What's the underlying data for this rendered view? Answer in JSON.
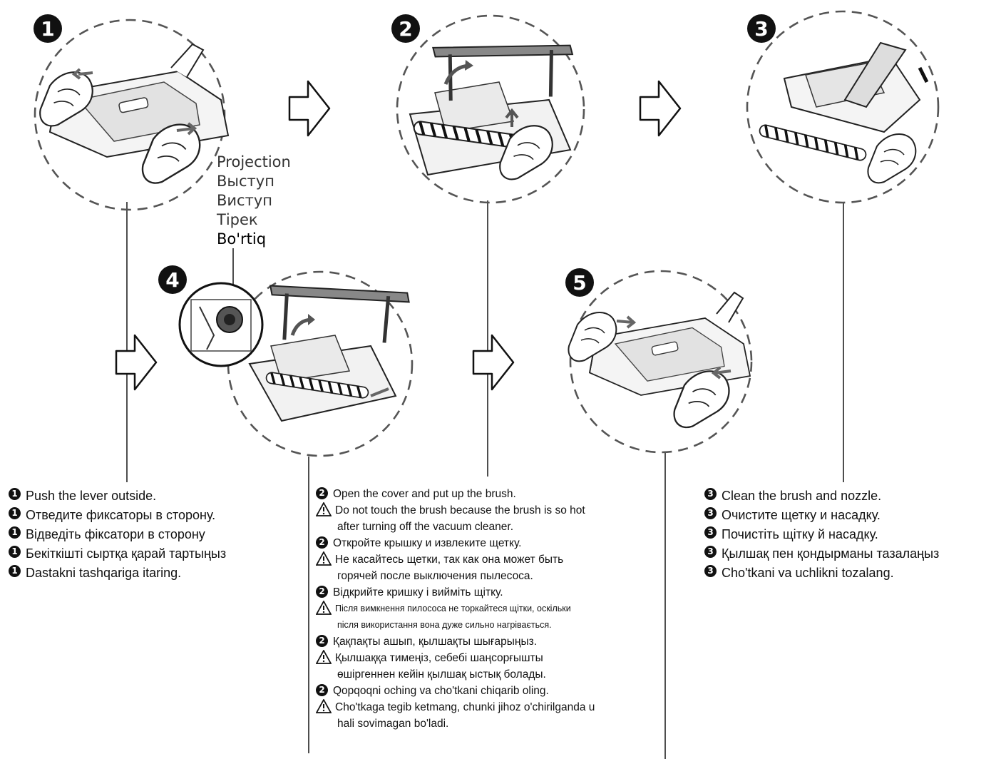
{
  "steps": [
    {
      "number": "1"
    },
    {
      "number": "2"
    },
    {
      "number": "3"
    },
    {
      "number": "4"
    },
    {
      "number": "5"
    }
  ],
  "projection_labels": [
    "Projection",
    "Выступ",
    "Виступ",
    "Тірек",
    "Bo'rtiq"
  ],
  "step1_instructions": [
    "Push the lever outside.",
    "Отведите фиксаторы в сторону.",
    "Відведіть фіксатори в сторону",
    "Бекіткішті сыртқа қарай тартыңыз",
    "Dastakni tashqariga itaring."
  ],
  "step2_instructions": {
    "en": "Open the cover and put up the brush.",
    "en_warning": [
      "Do not touch the brush because the brush is so hot",
      "after turning off the vacuum cleaner."
    ],
    "ru": "Откройте крышку и извлеките щетку.",
    "ru_warning": [
      "Не касайтесь щетки, так как она может быть",
      "горячей после выключения пылесоса."
    ],
    "uk": "Відкрийте кришку і вийміть щітку.",
    "uk_warning": [
      "Після вимкнення пилососа не торкайтеся щітки, оскільки",
      "після використання вона дуже сильно нагрівається."
    ],
    "kk": "Қақпақты ашып, қылшақты шығарыңыз.",
    "kk_warning": [
      "Қылшаққа тимеңіз, себебі шаңсорғышты",
      "өшіргеннен кейін қылшақ ыстық болады."
    ],
    "uz": "Qopqoqni oching va cho'tkani chiqarib oling.",
    "uz_warning": [
      "Cho'tkaga tegib ketmang, chunki jihoz o'chirilganda u",
      "hali sovimagan bo'ladi."
    ]
  },
  "step3_instructions": [
    "Clean the brush and nozzle.",
    "Очистите щетку и насадку.",
    "Почистіть щітку й насадку.",
    "Қылшақ пен қондырманы тазалаңыз",
    "Cho'tkani va uchlikni tozalang."
  ],
  "icons": {
    "step_badge": "number-badge-icon",
    "arrow": "right-arrow-icon",
    "warning": "warning-triangle-icon"
  },
  "colors": {
    "ink": "#111111",
    "dash": "#555555"
  }
}
